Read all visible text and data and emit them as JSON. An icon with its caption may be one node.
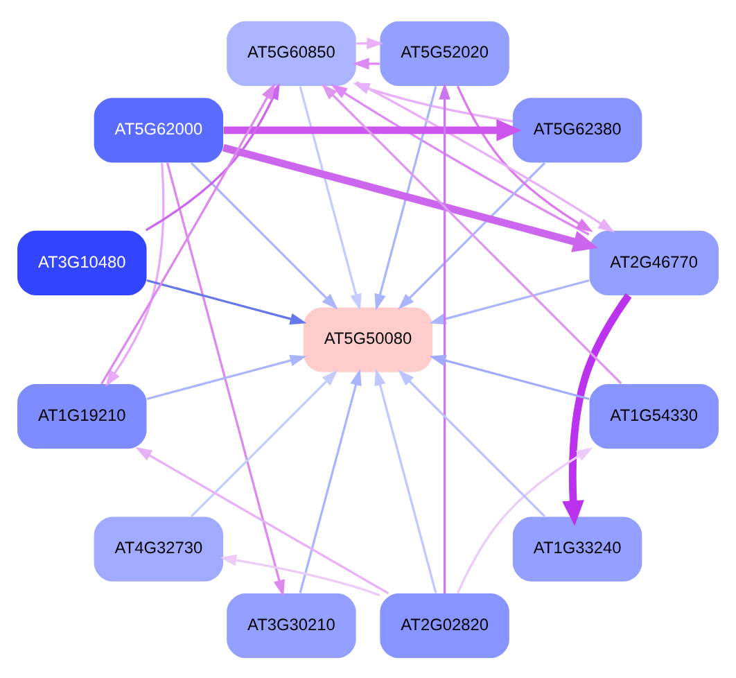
{
  "diagram": {
    "nodes": [
      {
        "text": [
          "AT2G46770"
        ]
      },
      {
        "text": [
          "AT5G62380"
        ]
      },
      {
        "text": [
          "AT5G52020"
        ]
      },
      {
        "text": [
          "AT5G60850"
        ]
      },
      {
        "text": [
          "AT5G62000"
        ]
      },
      {
        "text": [
          "AT5G50080"
        ]
      },
      {
        "text": [
          "AT3G10480"
        ]
      },
      {
        "text": [
          "AT1G19210"
        ]
      },
      {
        "text": [
          "AT4G32730"
        ]
      },
      {
        "text": [
          "AT3G30210"
        ]
      },
      {
        "text": [
          "AT2G02820"
        ]
      },
      {
        "text": [
          "AT1G33240"
        ]
      },
      {
        "text": [
          "AT1G54330"
        ]
      }
    ],
    "edges": [
      {
        "from": 2,
        "to": 5,
        "arrow": "to"
      },
      {
        "from": 0,
        "to": 5,
        "arrow": "to"
      },
      {
        "from": 1,
        "to": 5,
        "arrow": "to"
      },
      {
        "from": 3,
        "to": 5,
        "arrow": "to",
        "color": "#c4ccff"
      },
      {
        "from": 4,
        "to": 5,
        "arrow": "to"
      },
      {
        "from": 6,
        "to": 5,
        "arrow": "to",
        "color": "#6677ee"
      },
      {
        "from": 7,
        "to": 5,
        "arrow": "to"
      },
      {
        "from": 8,
        "to": 5,
        "arrow": "to",
        "color": "#c4ccff"
      },
      {
        "from": 9,
        "to": 5,
        "arrow": "to"
      },
      {
        "from": 11,
        "to": 5,
        "arrow": "to",
        "color": "#bbc4ff"
      },
      {
        "from": 12,
        "to": 5,
        "arrow": "to",
        "color": "#a0acff"
      },
      {
        "from": 10,
        "to": 5,
        "arrow": "to",
        "color": "#c0c8ff"
      },
      {
        "from": 2,
        "to": 0,
        "arrow": "to",
        "color": "#dd77ee"
      },
      {
        "from": 4,
        "to": 0,
        "arrow": "to",
        "color": "#cc66ee",
        "style": "thick"
      },
      {
        "from": 4,
        "to": 1,
        "arrow": "to",
        "color": "#cc55ee",
        "style": "thick"
      },
      {
        "from": 3,
        "to": 0,
        "arrow": "to",
        "color": "#e8b0f8"
      },
      {
        "from": 0,
        "to": 3,
        "arrow": "to",
        "color": "#dd88f4"
      },
      {
        "from": 1,
        "to": 3,
        "arrow": "to",
        "color": "#e8b0f8"
      },
      {
        "from": 3,
        "to": 2,
        "arrow": "to",
        "color": "#e8b0f8"
      },
      {
        "from": 2,
        "to": 3,
        "arrow": "to",
        "color": "#dd88f4"
      },
      {
        "from": 0,
        "to": 11,
        "arrow": "to",
        "color": "#bb33ee",
        "style": "thick"
      },
      {
        "from": 6,
        "to": 3,
        "arrow": "to",
        "color": "#cc66ee"
      },
      {
        "from": 7,
        "to": 3,
        "arrow": "to",
        "color": "#dd88ee"
      },
      {
        "from": 10,
        "to": 2,
        "arrow": "to",
        "color": "#cc77ee"
      },
      {
        "from": 12,
        "to": 3,
        "arrow": "to",
        "color": "#dd99ee"
      },
      {
        "from": 4,
        "to": 7,
        "arrow": "to",
        "color": "#e8aaf8"
      },
      {
        "from": 4,
        "to": 9,
        "arrow": "to",
        "color": "#dd88ee"
      },
      {
        "from": 10,
        "to": 7,
        "arrow": "to",
        "color": "#e8b0f8"
      },
      {
        "from": 10,
        "to": 8,
        "arrow": "to",
        "color": "#eeccfa"
      },
      {
        "from": 10,
        "to": 12,
        "arrow": "to",
        "color": "#eeccfa"
      }
    ]
  }
}
